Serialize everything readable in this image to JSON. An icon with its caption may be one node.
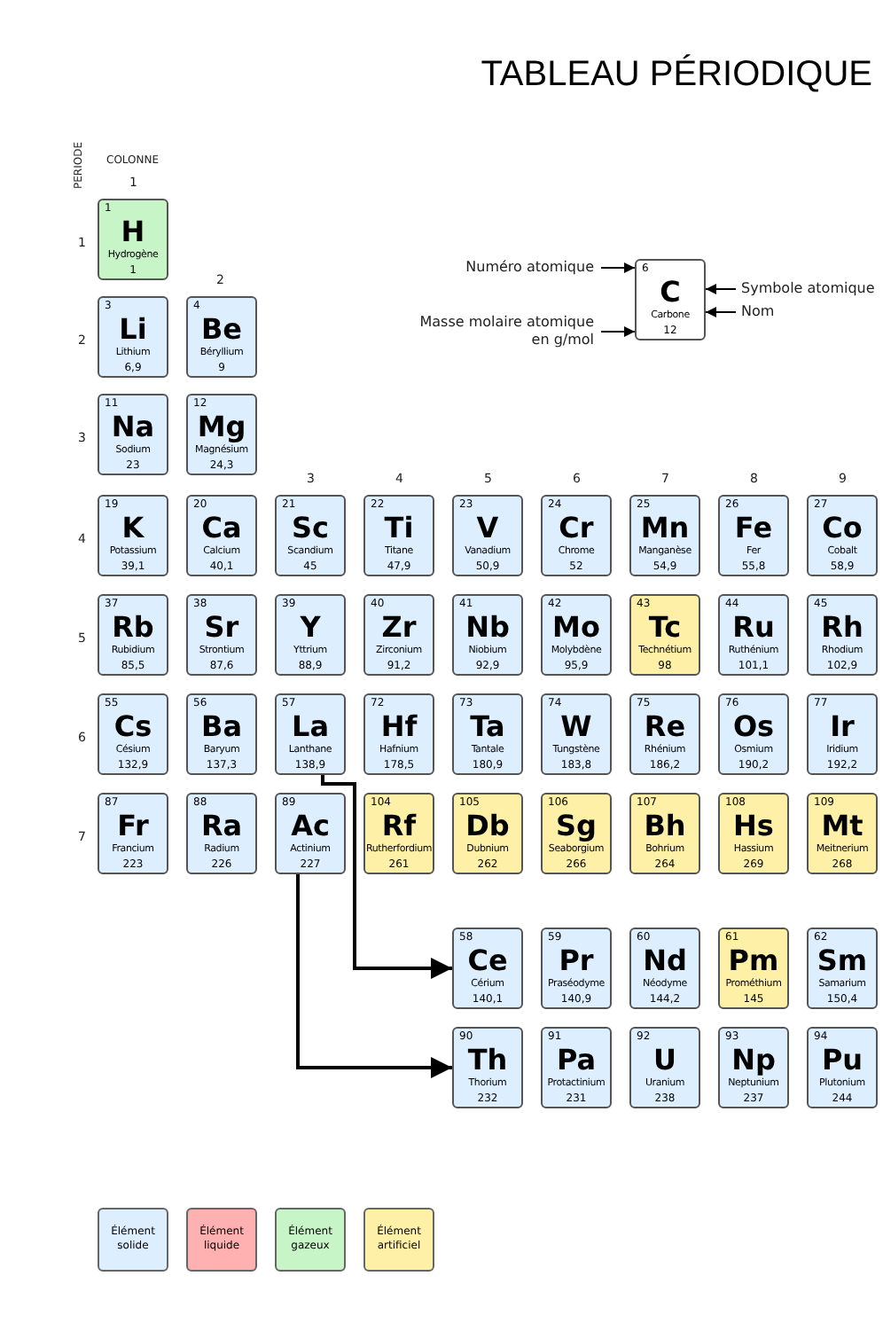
{
  "diagram": {
    "title": "TABLEAU PÉRIODIQUE",
    "nodes": [
      {
        "text": [
          "1",
          "H",
          "Hydrogène",
          "1"
        ]
      },
      {
        "text": [
          "Numéro atomique"
        ]
      },
      {
        "text": [
          "Masse molaire atomique en g/mol"
        ]
      },
      {
        "text": [
          "6",
          "C",
          "Carbone",
          "12"
        ]
      },
      {
        "text": [
          "Symbole atomique"
        ]
      },
      {
        "text": [
          "Nom"
        ]
      },
      {
        "text": [
          "3",
          "Li",
          "Lithium",
          "6,9"
        ]
      },
      {
        "text": [
          "4",
          "Be",
          "Béryllium",
          "9"
        ]
      },
      {
        "text": [
          "11",
          "Na",
          "Sodium",
          "23"
        ]
      },
      {
        "text": [
          "12",
          "Mg",
          "Magnésium",
          "24,3"
        ]
      },
      {
        "text": [
          "19",
          "K",
          "Potassium",
          "39,1"
        ]
      },
      {
        "text": [
          "20",
          "Ca",
          "Calcium",
          "40,1"
        ]
      },
      {
        "text": [
          "21",
          "Sc",
          "Scandium",
          "45"
        ]
      },
      {
        "text": [
          "22",
          "Ti",
          "Titane",
          "47,9"
        ]
      },
      {
        "text": [
          "23",
          "V",
          "Vanadium",
          "50,9"
        ]
      },
      {
        "text": [
          "24",
          "Cr",
          "Chrome",
          "52"
        ]
      },
      {
        "text": [
          "25",
          "Mn",
          "Manganèse",
          "54,9"
        ]
      },
      {
        "text": [
          "26",
          "Fe",
          "Fer",
          "55,8"
        ]
      },
      {
        "text": [
          "27",
          "Co",
          "Cobalt",
          "58,9"
        ]
      },
      {
        "text": [
          "37",
          "Rb",
          "Rubidium",
          "85,5"
        ]
      },
      {
        "text": [
          "38",
          "Sr",
          "Strontium",
          "87,6"
        ]
      },
      {
        "text": [
          "39",
          "Y",
          "Yttrium",
          "88,9"
        ]
      },
      {
        "text": [
          "40",
          "Zr",
          "Zirconium",
          "91,2"
        ]
      },
      {
        "text": [
          "41",
          "Nb",
          "Niobium",
          "92,9"
        ]
      },
      {
        "text": [
          "42",
          "Mo",
          "Molybdène",
          "95,9"
        ]
      },
      {
        "text": [
          "43",
          "Tc",
          "Technétium",
          "98"
        ]
      },
      {
        "text": [
          "44",
          "Ru",
          "Ruthénium",
          "101,1"
        ]
      },
      {
        "text": [
          "45",
          "Rh",
          "Rhodium",
          "102,9"
        ]
      },
      {
        "text": [
          "55",
          "Cs",
          "Césium",
          "132,9"
        ]
      },
      {
        "text": [
          "56",
          "Ba",
          "Baryum",
          "137,3"
        ]
      },
      {
        "text": [
          "57",
          "La",
          "Lanthane",
          "138,9"
        ]
      },
      {
        "text": [
          "72",
          "Hf",
          "Hafnium",
          "178,5"
        ]
      },
      {
        "text": [
          "73",
          "Ta",
          "Tantale",
          "180,9"
        ]
      },
      {
        "text": [
          "74",
          "W",
          "Tungstène",
          "183,8"
        ]
      },
      {
        "text": [
          "75",
          "Re",
          "Rhénium",
          "186,2"
        ]
      },
      {
        "text": [
          "76",
          "Os",
          "Osmium",
          "190,2"
        ]
      },
      {
        "text": [
          "77",
          "Ir",
          "Iridium",
          "192,2"
        ]
      },
      {
        "text": [
          "87",
          "Fr",
          "Francium",
          "223"
        ]
      },
      {
        "text": [
          "88",
          "Ra",
          "Radium",
          "226"
        ]
      },
      {
        "text": [
          "89",
          "Ac",
          "Actinium",
          "227"
        ]
      },
      {
        "text": [
          "104",
          "Rf",
          "Rutherfordium",
          "261"
        ]
      },
      {
        "text": [
          "105",
          "Db",
          "Dubnium",
          "262"
        ]
      },
      {
        "text": [
          "106",
          "Sg",
          "Seaborgium",
          "266"
        ]
      },
      {
        "text": [
          "107",
          "Bh",
          "Bohrium",
          "264"
        ]
      },
      {
        "text": [
          "108",
          "Hs",
          "Hassium",
          "269"
        ]
      },
      {
        "text": [
          "109",
          "Mt",
          "Meitnerium",
          "268"
        ]
      },
      {
        "text": [
          "58",
          "Ce",
          "Cérium",
          "140,1"
        ]
      },
      {
        "text": [
          "59",
          "Pr",
          "Praséodyme",
          "140,9"
        ]
      },
      {
        "text": [
          "60",
          "Nd",
          "Néodyme",
          "144,2"
        ]
      },
      {
        "text": [
          "61",
          "Pm",
          "Prométhium",
          "145"
        ]
      },
      {
        "text": [
          "62",
          "Sm",
          "Samarium",
          "150,4"
        ]
      },
      {
        "text": [
          "90",
          "Th",
          "Thorium",
          "232"
        ]
      },
      {
        "text": [
          "91",
          "Pa",
          "Protactinium",
          "231"
        ]
      },
      {
        "text": [
          "92",
          "U",
          "Uranium",
          "238"
        ]
      },
      {
        "text": [
          "93",
          "Np",
          "Neptunium",
          "237"
        ]
      },
      {
        "text": [
          "94",
          "Pu",
          "Plutonium",
          "244"
        ]
      }
    ],
    "edges": [
      {
        "from": 1,
        "to": 3,
        "arrow": "to"
      },
      {
        "from": 2,
        "to": 3,
        "arrow": "to"
      },
      {
        "from": 4,
        "to": 3,
        "arrow": "to"
      },
      {
        "from": 5,
        "to": 3,
        "arrow": "to"
      },
      {
        "from": 30,
        "to": 46,
        "arrow": "to"
      },
      {
        "from": 39,
        "to": 51,
        "arrow": "to"
      }
    ],
    "labels": [
      "PERIODE",
      "COLONNE",
      "1",
      "1",
      "2",
      "2",
      "3",
      "3",
      "4",
      "5",
      "6",
      "7",
      "8",
      "9",
      "4",
      "5",
      "6",
      "7"
    ],
    "legend": [
      {
        "text": "Élément solide",
        "color": "#ddeeff"
      },
      {
        "text": "Élément liquide",
        "color": "#ffb0b0"
      },
      {
        "text": "Élément gazeux",
        "color": "#c8f5c8"
      },
      {
        "text": "Élément artificiel",
        "color": "#fff0a8"
      }
    ]
  }
}
